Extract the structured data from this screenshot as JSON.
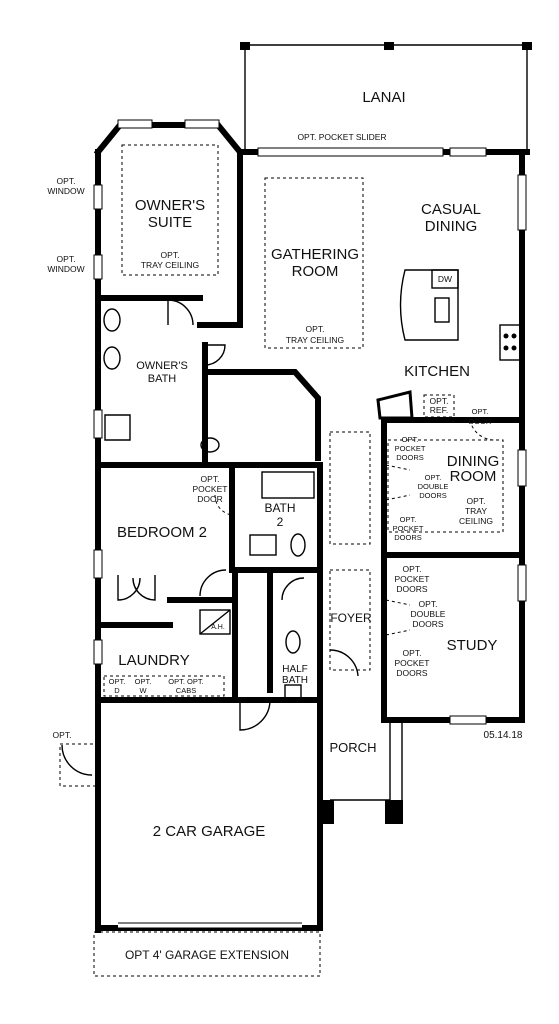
{
  "plan": {
    "rooms": {
      "lanai": "LANAI",
      "owners_suite": [
        "OWNER'S",
        "SUITE"
      ],
      "gathering_room": [
        "GATHERING",
        "ROOM"
      ],
      "casual_dining": [
        "CASUAL",
        "DINING"
      ],
      "kitchen": "KITCHEN",
      "owners_bath": [
        "OWNER'S",
        "BATH"
      ],
      "dining_room": [
        "DINING",
        "ROOM"
      ],
      "bedroom_2": "BEDROOM 2",
      "bath_2": [
        "BATH",
        "2"
      ],
      "foyer": "FOYER",
      "study": "STUDY",
      "laundry": "LAUNDRY",
      "half_bath": [
        "HALF",
        "BATH"
      ],
      "porch": "PORCH",
      "garage": "2 CAR GARAGE",
      "garage_extension": "OPT 4' GARAGE EXTENSION"
    },
    "notes": {
      "opt_pocket_slider": "OPT. POCKET SLIDER",
      "opt_window_upper": [
        "OPT.",
        "WINDOW"
      ],
      "opt_window_lower": [
        "OPT.",
        "WINDOW"
      ],
      "owners_tray": [
        "OPT.",
        "TRAY CEILING"
      ],
      "gathering_tray": [
        "OPT.",
        "TRAY CEILING"
      ],
      "dw": "DW",
      "opt_ref": [
        "OPT.",
        "REF."
      ],
      "opt_door_kitchen": [
        "OPT.",
        "DOOR"
      ],
      "dining_pocket_upper": [
        "OPT.",
        "POCKET",
        "DOORS"
      ],
      "dining_double": [
        "OPT.",
        "DOUBLE",
        "DOORS"
      ],
      "dining_tray": [
        "OPT.",
        "TRAY",
        "CEILING"
      ],
      "dining_pocket_lower": [
        "OPT.",
        "POCKET",
        "DOORS"
      ],
      "bedroom_pocket": [
        "OPT.",
        "POCKET",
        "DOOR"
      ],
      "study_pocket_upper": [
        "OPT.",
        "POCKET",
        "DOORS"
      ],
      "study_double": [
        "OPT.",
        "DOUBLE",
        "DOORS"
      ],
      "study_pocket_lower": [
        "OPT.",
        "POCKET",
        "DOORS"
      ],
      "ah": "A.H.",
      "laundry_opt_d": [
        "OPT.",
        "D"
      ],
      "laundry_opt_w": [
        "OPT.",
        "W"
      ],
      "laundry_opt_cabs": [
        "OPT. OPT.",
        "CABS"
      ],
      "garage_opt": "OPT.",
      "date": "05.14.18"
    }
  }
}
